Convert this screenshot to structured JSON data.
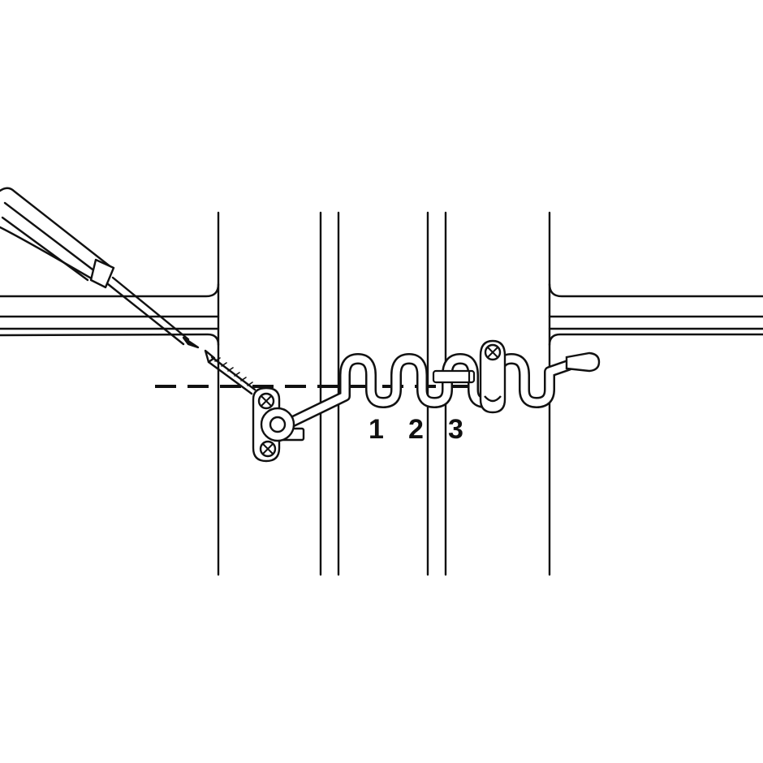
{
  "diagram": {
    "steps": [
      {
        "label": "1"
      },
      {
        "label": "2"
      },
      {
        "label": "3"
      }
    ],
    "colors": {
      "line": "#111111",
      "background": "#ffffff"
    },
    "icons": [
      "screwdriver-icon",
      "screw-icon",
      "screw-head-icon"
    ]
  }
}
